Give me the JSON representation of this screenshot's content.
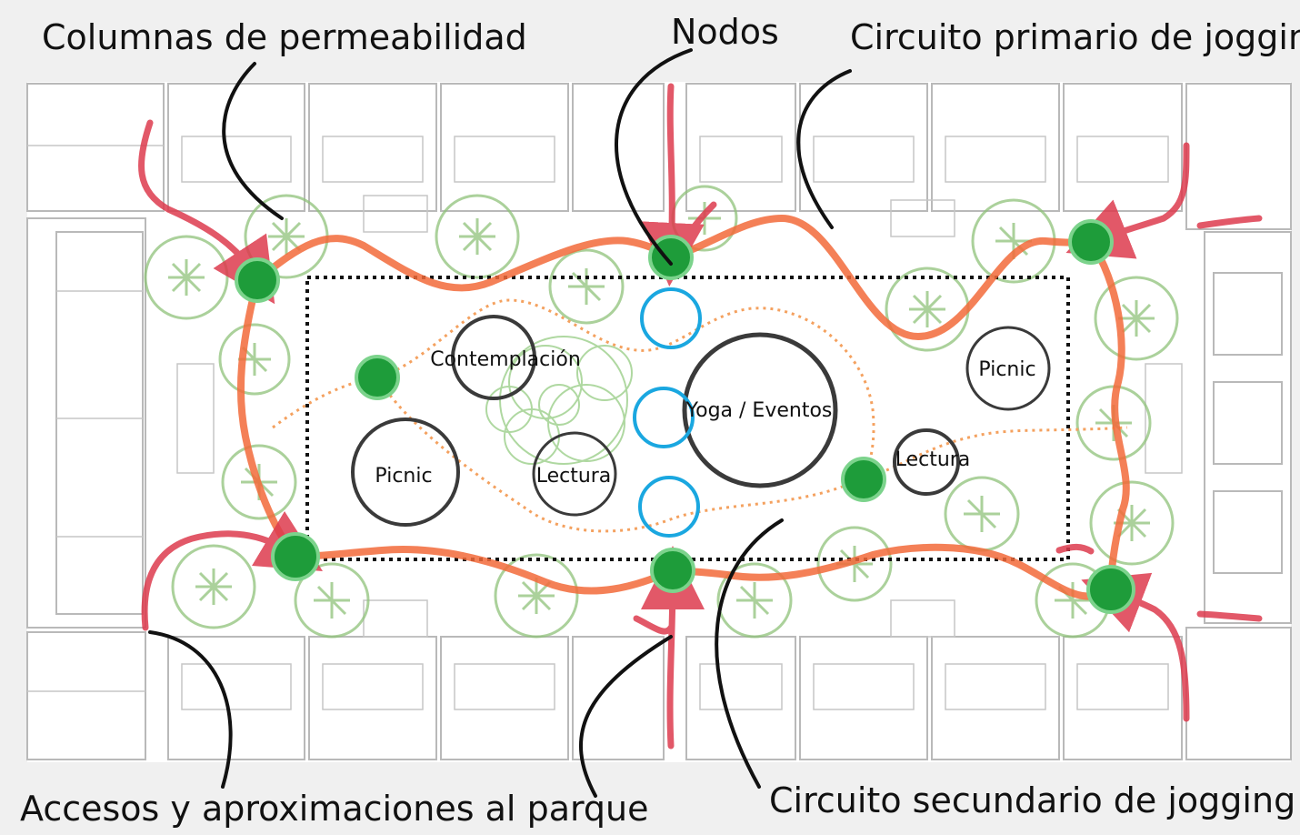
{
  "annotations": {
    "permeability_columns": "Columnas de permeabilidad",
    "nodes": "Nodos",
    "primary_jogging": "Circuito primario de jogging",
    "accesses": "Accesos y aproximaciones al parque",
    "secondary_jogging": "Circuito secundario de jogging"
  },
  "zones": {
    "contemplation": "Contemplación",
    "picnic_left": "Picnic",
    "reading_left": "Lectura",
    "yoga_events": "Yoga / Eventos",
    "picnic_right": "Picnic",
    "reading_right": "Lectura"
  },
  "colors": {
    "background": "#f0f0f0",
    "plan_lines": "#b9b9b9",
    "primary_circuit": "#f26a3a",
    "secondary_circuit": "#f4a15f",
    "access_arrows": "#dd3b4e",
    "node_green": "#1e9c3a",
    "tree_green": "#8fc27a",
    "column_blue": "#1aa7e0",
    "zone_circle": "#3a3a3a"
  },
  "icons": {
    "tree": "tree-canopy-icon",
    "node": "node-dot-icon",
    "column": "permeability-column-icon",
    "access": "access-arrow-icon"
  }
}
